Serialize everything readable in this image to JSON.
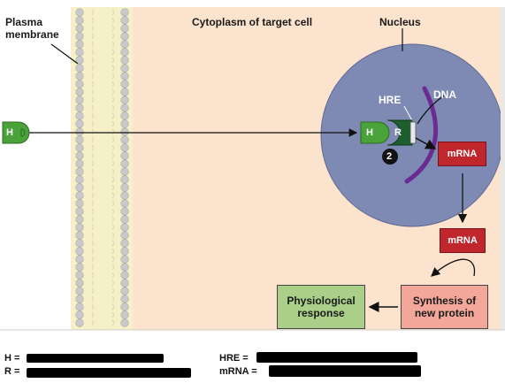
{
  "labels": {
    "plasma_membrane": [
      "Plasma",
      "membrane"
    ],
    "cytoplasm": "Cytoplasm of target cell",
    "nucleus": "Nucleus",
    "hre": "HRE",
    "dna": "DNA",
    "hormone_free": "H",
    "hormone_bound": "H",
    "receptor": "R",
    "step_number": "2"
  },
  "boxes": {
    "mrna_nucleus": "mRNA",
    "mrna_cytoplasm": "mRNA",
    "physiological_response": [
      "Physiological",
      "response"
    ],
    "synthesis": [
      "Synthesis of",
      "new protein"
    ]
  },
  "key": {
    "h": "H =",
    "r": "R =",
    "hre": "HRE =",
    "mrna": "mRNA ="
  },
  "colors": {
    "cytoplasm": "#fbe3cd",
    "nucleus": "#7e8ab3",
    "hormone_green": "#4aa33a",
    "receptor_green": "#1e5e2e",
    "dna_purple": "#6a2c91",
    "mrna_red": "#c0272d",
    "response_green": "#a9cf88",
    "synthesis_pink": "#f3a79a"
  }
}
